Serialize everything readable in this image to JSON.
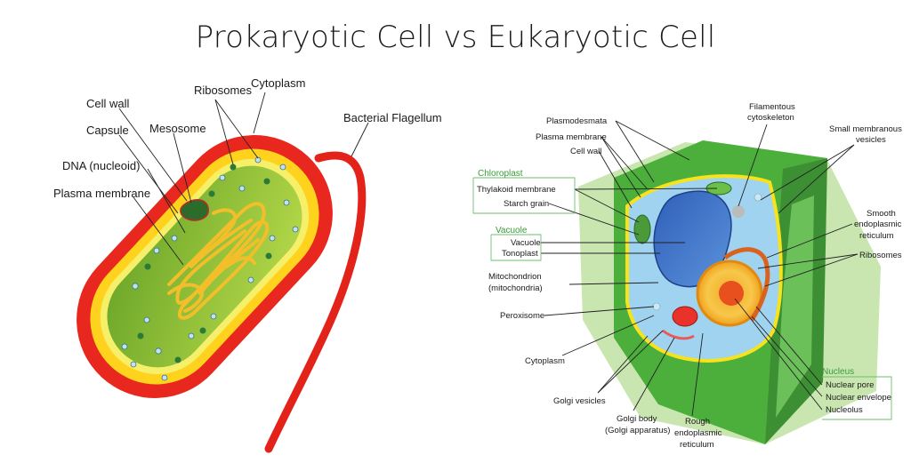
{
  "title": "Prokaryotic Cell vs Eukaryotic Cell",
  "prokaryote": {
    "labels": {
      "cell_wall": "Cell wall",
      "capsule": "Capsule",
      "dna": "DNA (nucleoid)",
      "plasma_membrane": "Plasma membrane",
      "mesosome": "Mesosome",
      "ribosomes": "Ribosomes",
      "cytoplasm": "Cytoplasm",
      "flagellum": "Bacterial Flagellum"
    }
  },
  "eukaryote": {
    "labels": {
      "plasmodesmata": "Plasmodesmata",
      "plasma_membrane": "Plasma membrane",
      "cell_wall": "Cell wall",
      "chloroplast_group": "Chloroplast",
      "thylakoid": "Thylakoid membrane",
      "starch": "Starch grain",
      "vacuole_group": "Vacuole",
      "vacuole": "Vacuole",
      "tonoplast": "Tonoplast",
      "mitochondrion": "Mitochondrion",
      "mitochondria": "(mitochondria)",
      "peroxisome": "Peroxisome",
      "cytoplasm": "Cytoplasm",
      "golgi_vesicles": "Golgi vesicles",
      "golgi_body": "Golgi body",
      "golgi_apparatus": "(Golgi apparatus)",
      "rough_er_1": "Rough",
      "rough_er_2": "endoplasmic",
      "rough_er_3": "reticulum",
      "filamentous_1": "Filamentous",
      "filamentous_2": "cytoskeleton",
      "small_vesicles_1": "Small membranous",
      "small_vesicles_2": "vesicles",
      "smooth_er_1": "Smooth",
      "smooth_er_2": "endoplasmic",
      "smooth_er_3": "reticulum",
      "ribosomes": "Ribosomes",
      "nucleus_group": "Nucleus",
      "nuclear_pore": "Nuclear pore",
      "nuclear_envelope": "Nuclear envelope",
      "nucleolus": "Nucleolus"
    }
  },
  "colors": {
    "capsule_red": "#e8281e",
    "cell_wall_yellow": "#ffe12a",
    "cytoplasm_green": "#7dba2f",
    "dna_gold": "#f2bf2a",
    "plant_wall_green": "#4caf3c",
    "vacuole_blue": "#3b73c8",
    "group_label_green": "#3a9a3a"
  }
}
